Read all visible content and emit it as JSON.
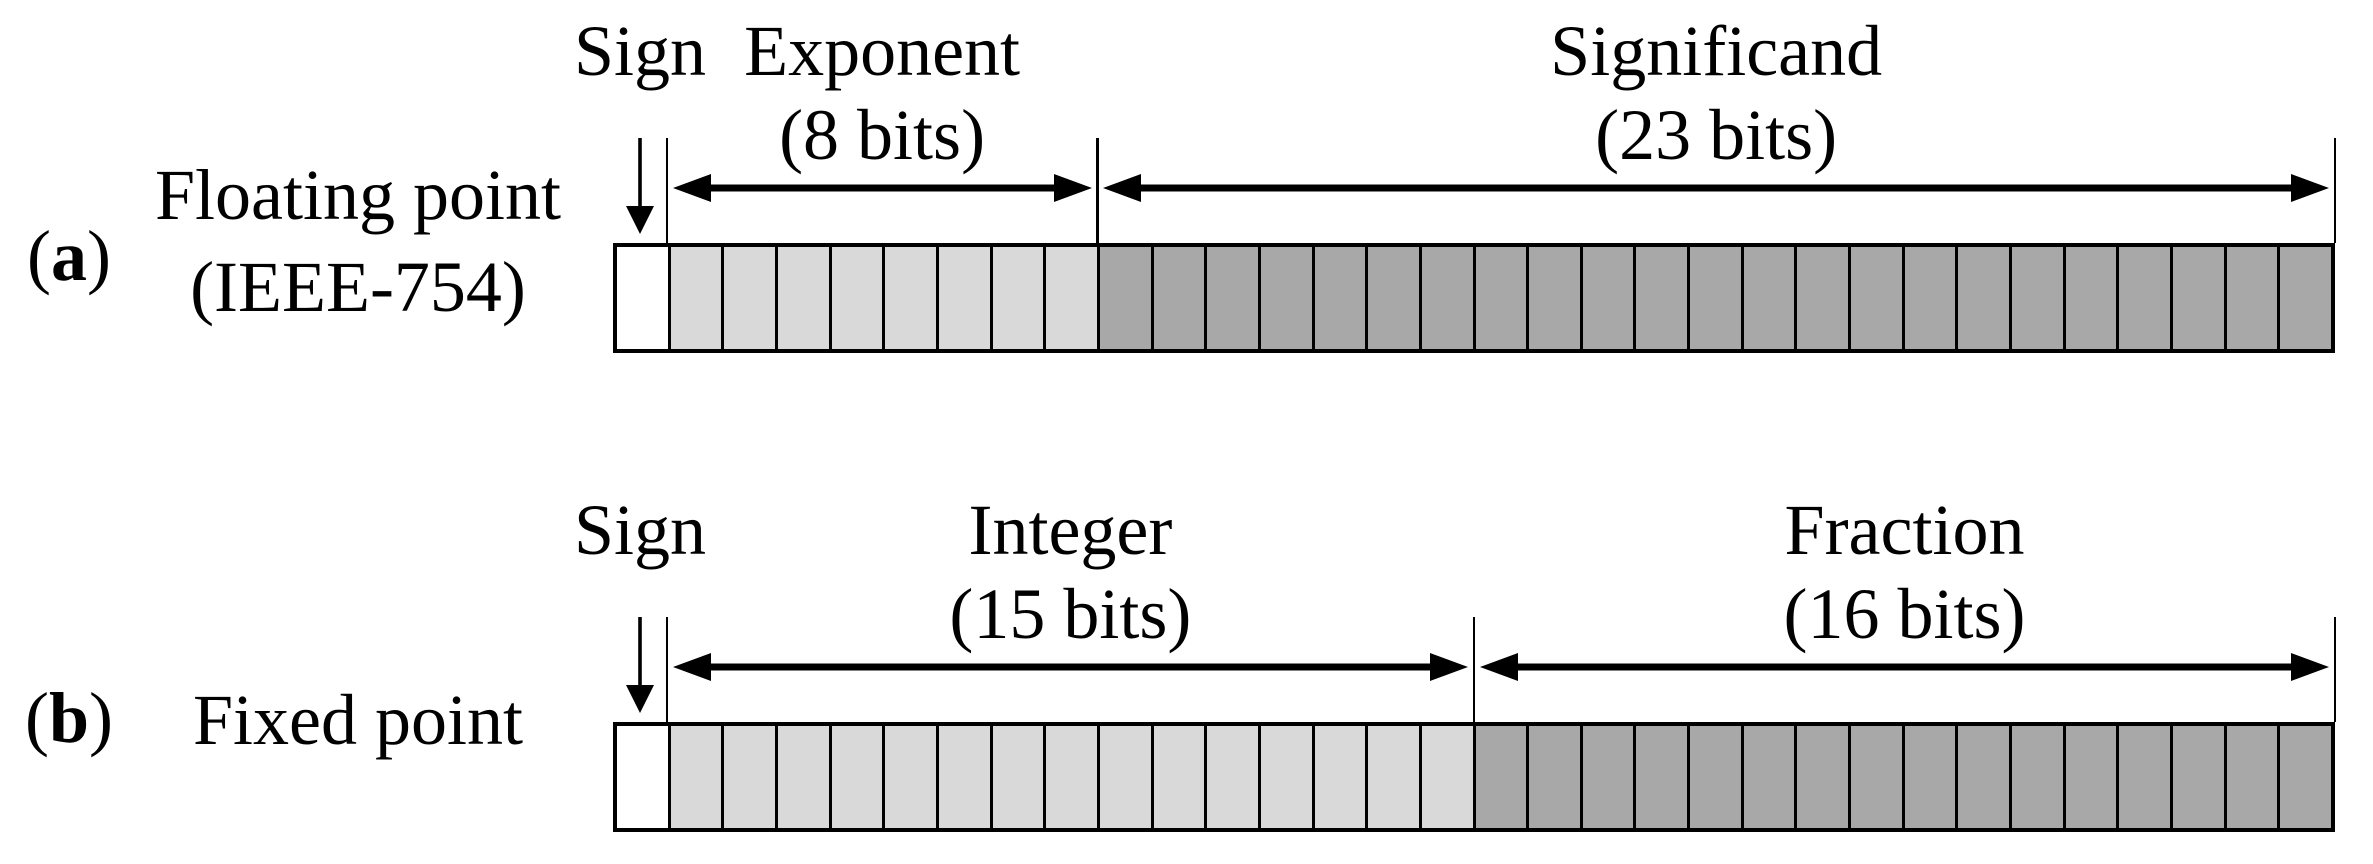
{
  "figure": {
    "background": "#ffffff",
    "line_color": "#000000",
    "colors": {
      "sign_cell": "#ffffff",
      "field_light": "#d9d9d9",
      "field_dark": "#a8a8a8"
    },
    "rows": [
      {
        "marker": {
          "open": "(",
          "letter": "a",
          "close": ")"
        },
        "name_lines": [
          "Floating point",
          "(IEEE-754)"
        ],
        "sign": {
          "label": "Sign",
          "bits": 1
        },
        "fields": [
          {
            "name": "Exponent",
            "bits_label": "(8 bits)",
            "bits": 8,
            "shade": "field_light"
          },
          {
            "name": "Significand",
            "bits_label": "(23 bits)",
            "bits": 23,
            "shade": "field_dark"
          }
        ],
        "total_bits": 32
      },
      {
        "marker": {
          "open": "(",
          "letter": "b",
          "close": ")"
        },
        "name_lines": [
          "Fixed point"
        ],
        "sign": {
          "label": "Sign",
          "bits": 1
        },
        "fields": [
          {
            "name": "Integer",
            "bits_label": "(15 bits)",
            "bits": 15,
            "shade": "field_light"
          },
          {
            "name": "Fraction",
            "bits_label": "(16 bits)",
            "bits": 16,
            "shade": "field_dark"
          }
        ],
        "total_bits": 32
      }
    ]
  }
}
